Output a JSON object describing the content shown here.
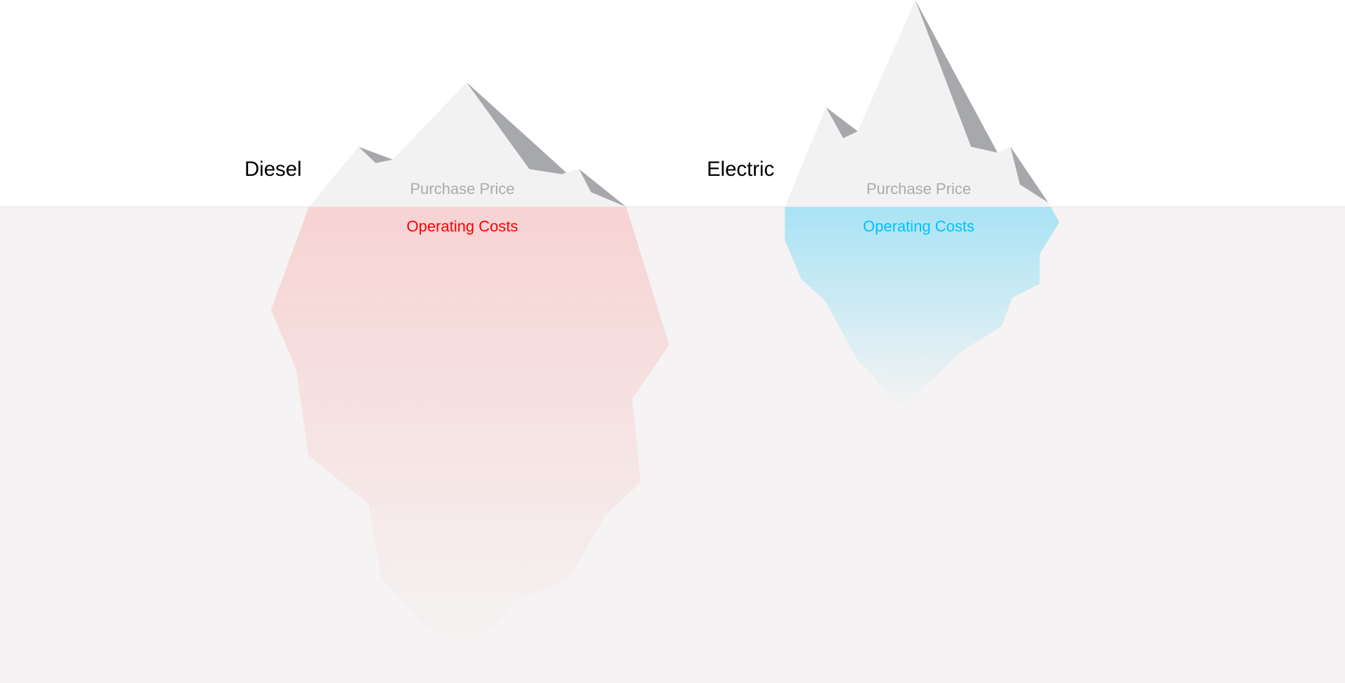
{
  "diagrams": [
    {
      "title": "Diesel",
      "above_label": "Purchase Price",
      "below_label": "Operating Costs",
      "below_color": "#ff0000",
      "fill_color": "#f7d3d3"
    },
    {
      "title": "Electric",
      "above_label": "Purchase Price",
      "below_label": "Operating Costs",
      "below_color": "#00c0ff",
      "fill_color": "#a9e3f5"
    }
  ],
  "colors": {
    "ice": "#f2f2f2",
    "shadow": "#a7a8ab",
    "water": "#f5f3f3"
  }
}
